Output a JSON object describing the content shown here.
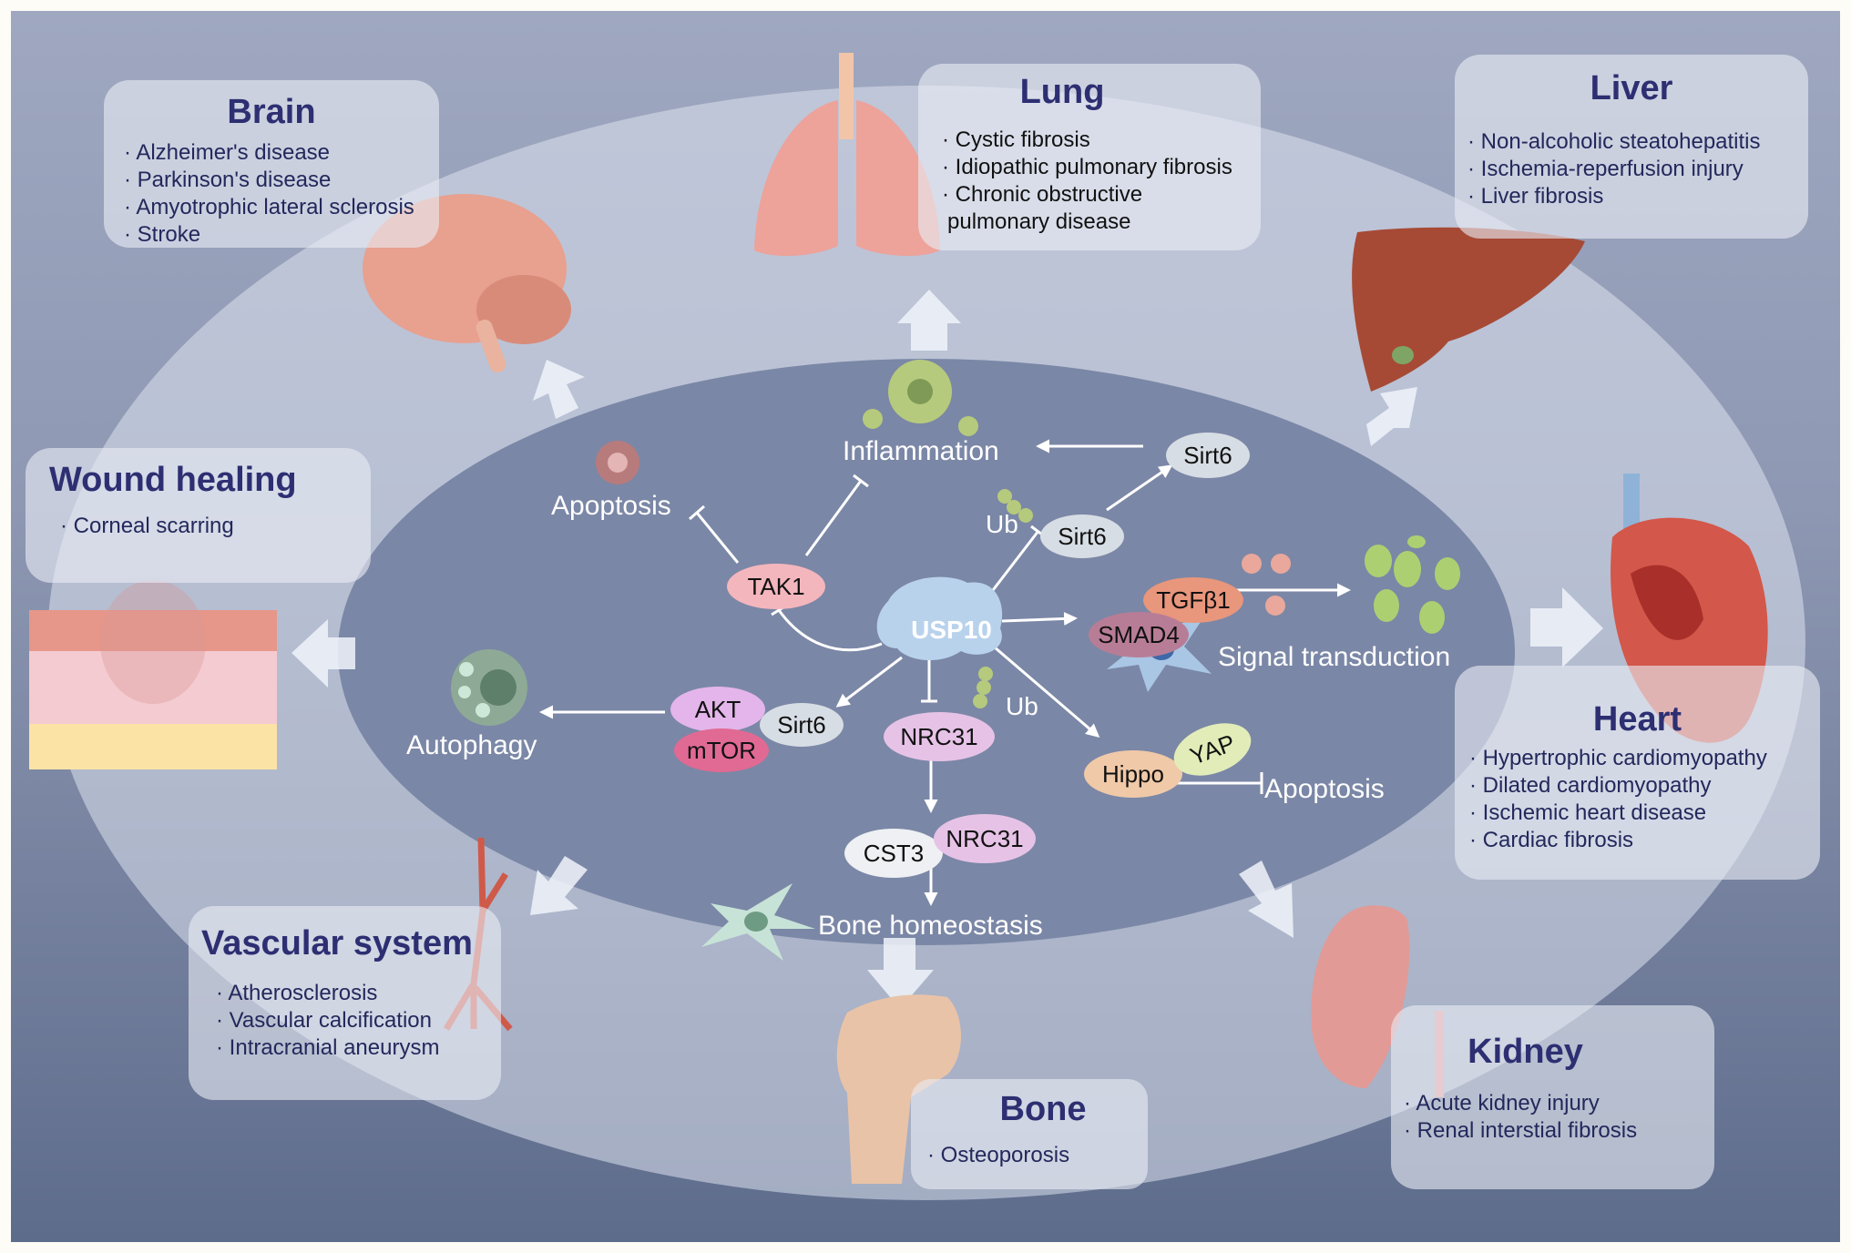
{
  "center": {
    "label": "USP10"
  },
  "organs": {
    "brain": {
      "title": "Brain",
      "items": [
        "Alzheimer's disease",
        "Parkinson's disease",
        "Amyotrophic lateral sclerosis",
        "Stroke"
      ]
    },
    "lung": {
      "title": "Lung",
      "items": [
        "Cystic fibrosis",
        "Idiopathic pulmonary fibrosis",
        "Chronic obstructive",
        "pulmonary disease"
      ]
    },
    "liver": {
      "title": "Liver",
      "items": [
        "Non-alcoholic steatohepatitis",
        "Ischemia-reperfusion injury",
        "Liver fibrosis"
      ]
    },
    "wound": {
      "title": "Wound healing",
      "items": [
        "Corneal scarring"
      ]
    },
    "heart": {
      "title": "Heart",
      "items": [
        "Hypertrophic cardiomyopathy",
        "Dilated cardiomyopathy",
        "Ischemic heart disease",
        "Cardiac fibrosis"
      ]
    },
    "vascular": {
      "title": "Vascular system",
      "items": [
        "Atherosclerosis",
        "Vascular calcification",
        "Intracranial aneurysm"
      ]
    },
    "bone": {
      "title": "Bone",
      "items": [
        "Osteoporosis"
      ]
    },
    "kidney": {
      "title": "Kidney",
      "items": [
        "Acute kidney injury",
        "Renal interstial fibrosis"
      ]
    }
  },
  "processes": {
    "inflammation": "Inflammation",
    "apoptosis_left": "Apoptosis",
    "apoptosis_right": "Apoptosis",
    "autophagy": "Autophagy",
    "signal": "Signal transduction",
    "bone_homeostasis": "Bone homeostasis"
  },
  "nodes": {
    "tak1": "TAK1",
    "sirt6_top": "Sirt6",
    "sirt6_mid": "Sirt6",
    "sirt6_akt": "Sirt6",
    "tgfb1": "TGFβ1",
    "smad4": "SMAD4",
    "akt": "AKT",
    "mtor": "mTOR",
    "nrc31_top": "NRC31",
    "nrc31_bottom": "NRC31",
    "cst3": "CST3",
    "hippo": "Hippo",
    "yap": "YAP",
    "ub_top": "Ub",
    "ub_bottom": "Ub"
  },
  "colors": {
    "title_text": "#2d2f72",
    "tak1": "#f4b6bd",
    "sirt6": "#d7dde4",
    "tgfb1": "#e8967c",
    "smad4": "#b87d96",
    "akt": "#e3b5ea",
    "mtor": "#e06a93",
    "nrc31": "#e6c3e6",
    "cst3": "#eef0f3",
    "hippo": "#f0c9a8",
    "yap": "#e1ecb9",
    "usp10": "#b9d2ec"
  }
}
